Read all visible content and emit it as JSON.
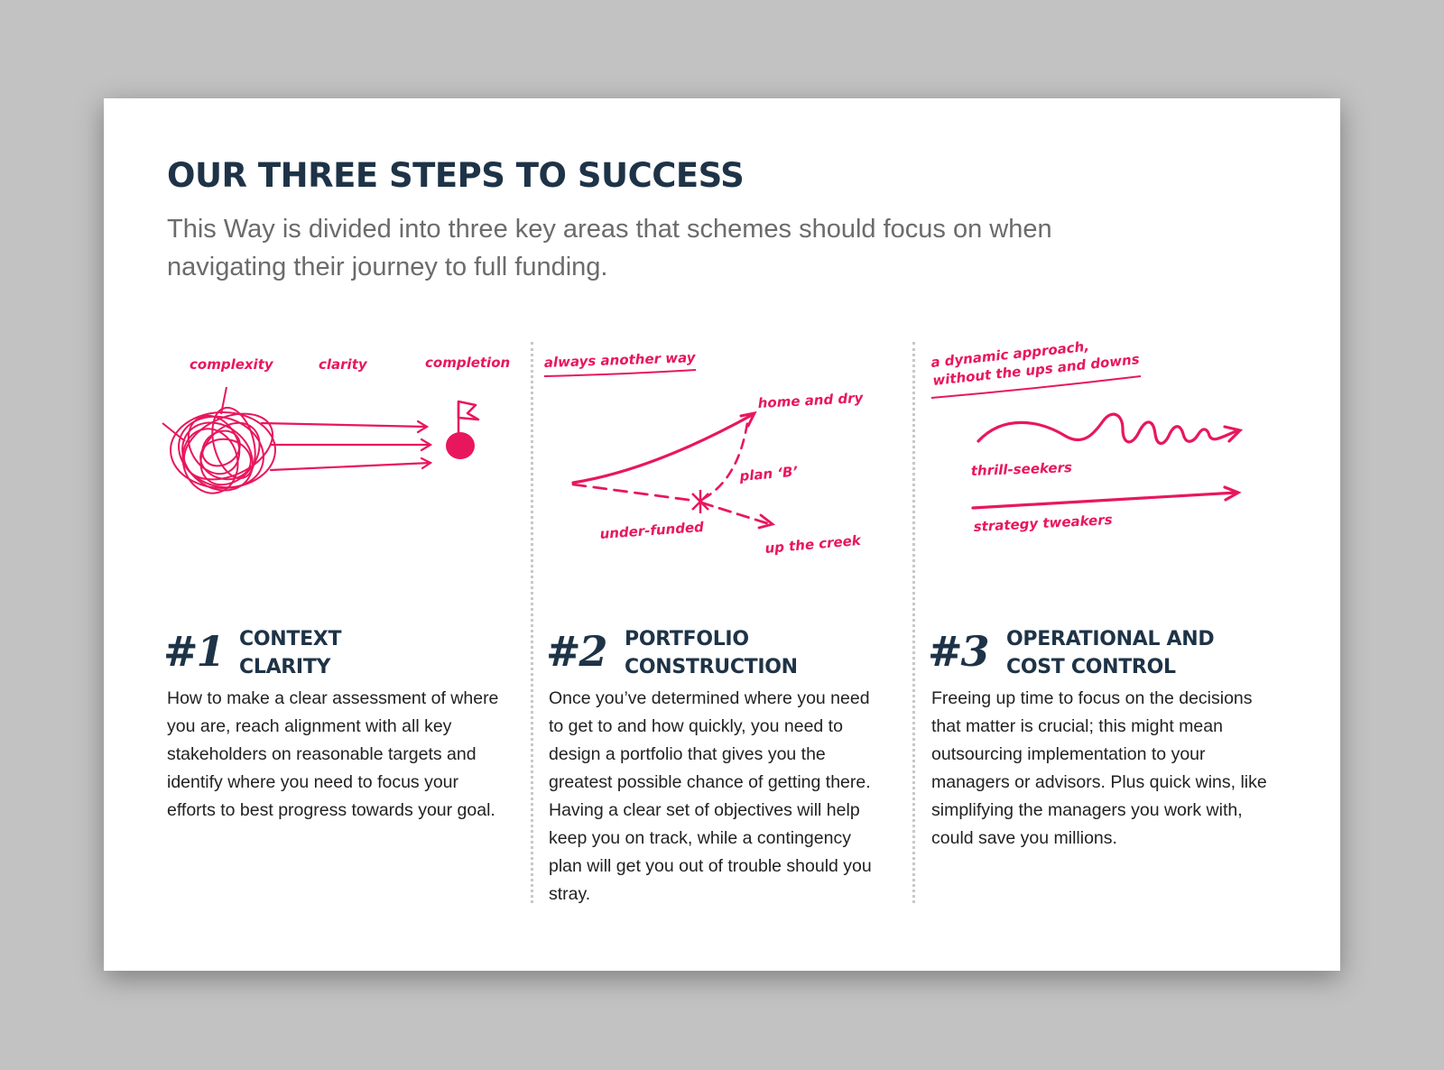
{
  "title": "OUR THREE STEPS TO SUCCESS",
  "subtitle": "This Way is divided into three key areas that schemes should focus on when navigating their journey to full funding.",
  "accent_color": "#e8175d",
  "heading_color": "#1e3347",
  "steps": [
    {
      "number": "#1",
      "heading_line1": "CONTEXT",
      "heading_line2": "CLARITY",
      "body": "How to make a clear assessment of where you are, reach alignment with all key stakeholders on reasonable targets and identify where you need to focus your efforts to best progress towards your goal.",
      "sketch": {
        "label_complexity": "complexity",
        "label_clarity": "clarity",
        "label_completion": "completion"
      }
    },
    {
      "number": "#2",
      "heading_line1": "PORTFOLIO",
      "heading_line2": "CONSTRUCTION",
      "body": "Once you’ve determined where you need to get to and how quickly, you need to design a portfolio that gives you the greatest possible chance of getting there. Having a clear set of objectives will help keep you on track, while a contingency plan will get you out of trouble should you stray.",
      "sketch": {
        "caption": "always another way",
        "home": "home and dry",
        "plan_b": "plan ‘B’",
        "underfunded": "under-funded",
        "creek": "up the creek"
      }
    },
    {
      "number": "#3",
      "heading_line1": "OPERATIONAL AND",
      "heading_line2": "COST CONTROL",
      "body": "Freeing up time to focus on the decisions that matter is crucial; this might mean outsourcing implementation to your managers or advisors. Plus quick wins, like simplifying the managers you work with, could save you millions.",
      "sketch": {
        "caption_line1": "a dynamic approach,",
        "caption_line2": "without the ups and downs",
        "thrill": "thrill-seekers",
        "tweakers": "strategy tweakers"
      }
    }
  ]
}
